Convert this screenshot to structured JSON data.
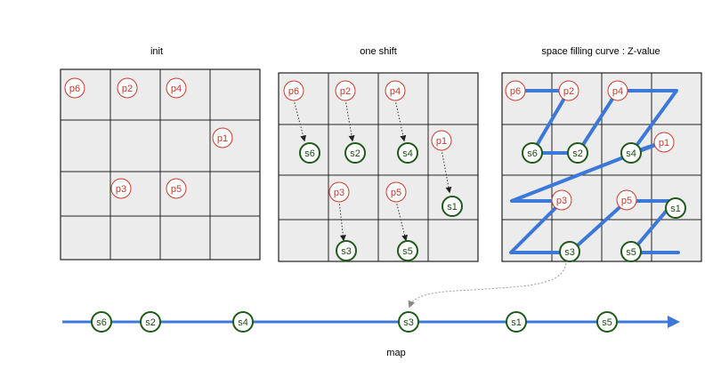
{
  "panels": {
    "init": {
      "title": "init"
    },
    "shift": {
      "title": "one shift"
    },
    "curve": {
      "title": "space filling curve : Z-value"
    }
  },
  "points": {
    "p6": "p6",
    "p2": "p2",
    "p4": "p4",
    "p1": "p1",
    "p3": "p3",
    "p5": "p5"
  },
  "shifted": {
    "s6": "s6",
    "s2": "s2",
    "s4": "s4",
    "s1": "s1",
    "s3": "s3",
    "s5": "s5"
  },
  "map": {
    "label": "map",
    "order": [
      "s6",
      "s2",
      "s4",
      "s3",
      "s1",
      "s5"
    ]
  },
  "colors": {
    "point": "#c63a2a",
    "shifted": "#1f5a1a",
    "curve": "#3c78d8",
    "grid_fill": "#ececec"
  }
}
